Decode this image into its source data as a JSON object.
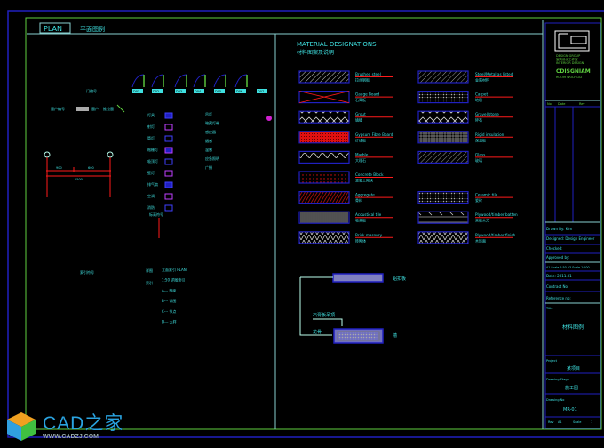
{
  "plan": {
    "tab_label": "PLAN",
    "subtitle": "平面图例"
  },
  "materials": {
    "title": "MATERIAL DESIGNATIONS",
    "subtitle": "材料图案及说明",
    "left": [
      {
        "en": "Brushed steel",
        "cn": "拉丝钢板",
        "pattern": "diag-white"
      },
      {
        "en": "Gauge Board",
        "cn": "石膏板",
        "pattern": "cross-red"
      },
      {
        "en": "Grout",
        "cn": "填缝",
        "pattern": "chain"
      },
      {
        "en": "Gypsum Fibre Board",
        "cn": "纤维板",
        "pattern": "red-solid"
      },
      {
        "en": "Marble",
        "cn": "大理石",
        "pattern": "marble"
      },
      {
        "en": "Concrete Block",
        "cn": "混凝土砌块",
        "pattern": "red-dots"
      },
      {
        "en": "Aggregate",
        "cn": "骨料",
        "pattern": "red-diag"
      },
      {
        "en": "Acoustical tile",
        "cn": "吸音板",
        "pattern": "vlines"
      },
      {
        "en": "Brick masonry",
        "cn": "砖砌体",
        "pattern": "zigzag"
      }
    ],
    "right": [
      {
        "en": "Steel/Metal as listed",
        "cn": "金属材料",
        "pattern": "diag-grey"
      },
      {
        "en": "Carpet",
        "cn": "地毯",
        "pattern": "dots"
      },
      {
        "en": "Gravel/stone",
        "cn": "碎石",
        "pattern": "chain"
      },
      {
        "en": "Rigid insulation",
        "cn": "保温板",
        "pattern": "grid"
      },
      {
        "en": "Glass",
        "cn": "玻璃",
        "pattern": "diag-grey"
      },
      null,
      {
        "en": "Ceramic tile",
        "cn": "瓷砖",
        "pattern": "dots"
      },
      {
        "en": "Plywood/timber batten",
        "cn": "夹板木方",
        "pattern": "wave"
      },
      {
        "en": "Plywood/timber finish",
        "cn": "木饰面",
        "pattern": "zigzag"
      }
    ]
  },
  "detail": {
    "top_label": "铝扣板",
    "mid_label": "石膏板吊顶",
    "low_label": "龙骨",
    "side_label": "墙"
  },
  "plan_labels": {
    "door_tags": [
      "D01",
      "D02",
      "D03",
      "D04",
      "D05",
      "D06",
      "D07"
    ],
    "door_label": "门编号",
    "window_labels": [
      "窗户编号",
      "窗户",
      "推拉窗"
    ],
    "symbols_left": [
      "灯具",
      "射灯",
      "筒灯",
      "格栅灯",
      "吸顶灯",
      "壁灯",
      "排气扇",
      "空调",
      "消防"
    ],
    "symbols_right": [
      "吊灯",
      "暗藏灯带",
      "感应器",
      "烟感",
      "温感",
      "应急照明",
      "广播"
    ],
    "dims": [
      "900",
      "600",
      "1500"
    ],
    "elevation_label": "标高符号",
    "legend_title": "索引符号",
    "legend_items": [
      "立面索引 PLAN",
      "1:50 详图索引",
      "A--- 剖面",
      "B--- 详图",
      "C--- 节点",
      "D--- 大样"
    ],
    "legend_left": "详图",
    "legend_left2": "索引"
  },
  "title_block": {
    "company": [
      "DESIGN GROUP",
      "室内设计工作室",
      "INTERIOR DESIGN"
    ],
    "firm_name": "CDISGNIAM",
    "firm_sub": "ROOM WOLF LID",
    "columns": [
      "No",
      "Date",
      "Rev"
    ],
    "drawn_by": "Drawn By: Kim",
    "designed": "Designed: Design Engineer",
    "checked": "Checked:",
    "approved": "Approved by:",
    "scale": "A1 Scale 1:50   A3 Scale 1:100",
    "date": "Date: 2011.01",
    "contract": "Contract No:",
    "reference": "Reference no:",
    "title_label": "Title",
    "title_value": "材料图例",
    "project_label": "Project",
    "project_value": "某项目",
    "stage_label": "Drawing Stage",
    "stage_value": "施工图",
    "drawing_no_label": "Drawing No",
    "drawing_no_value": "MR-01",
    "footer": [
      "Rev",
      "A1",
      "Scale",
      "1"
    ]
  },
  "watermark": {
    "title": "CAD之家",
    "url": "WWW.CADZJ.COM"
  },
  "colors": {
    "cyan": "#3fe0e0",
    "green": "#5fd040",
    "blue": "#2020c0",
    "red": "#ff1a1a",
    "frame": "#88d0d0"
  }
}
